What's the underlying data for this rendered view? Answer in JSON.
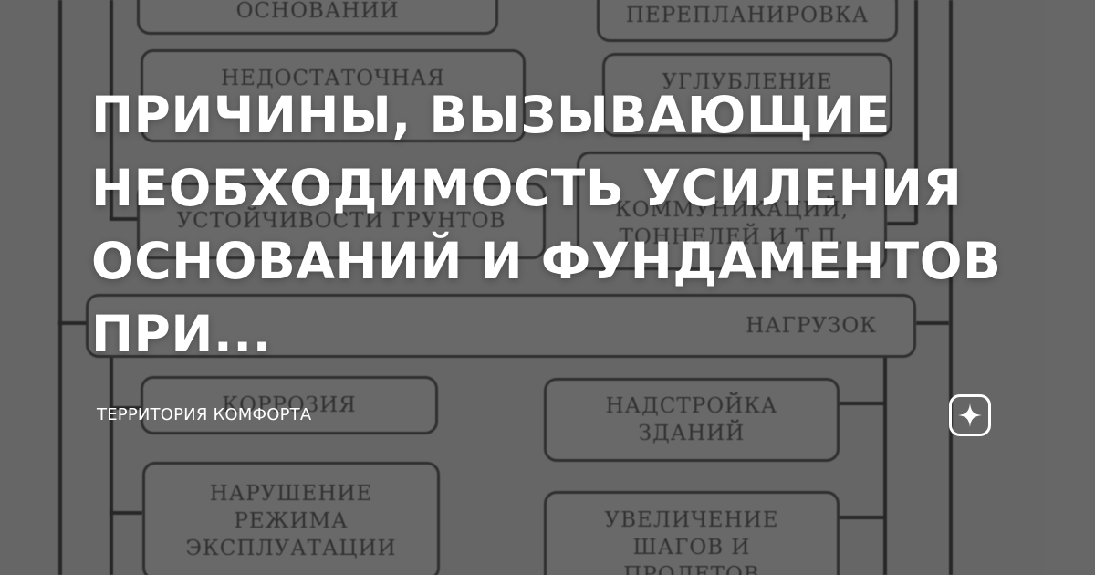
{
  "card": {
    "title": "ПРИЧИНЫ, ВЫЗЫВАЮЩИЕ НЕОБХОДИМОСТЬ УСИЛЕНИЯ ОСНОВАНИЙ И ФУНДАМЕНТОВ ПРИ...",
    "source": "ТЕРРИТОРИЯ КОМФОРТА",
    "logo_icon": "sparkle-star-icon"
  },
  "diagram": {
    "boxes": [
      "ОСНОВАНИЙ",
      "ПЕРЕПЛАНИРОВКА",
      "НЕДОСТАТОЧНАЯ",
      "УГЛУБЛЕНИЕ",
      "УСТОЙЧИВОСТИ ГРУНТОВ",
      "КОММУНИКАЦИЙ,\nТОННЕЛЕЙ И Т.П.",
      "НАГРУЗОК",
      "КОРРОЗИЯ",
      "НАДСТРОЙКА\nЗДАНИЙ",
      "НАРУШЕНИЕ\nРЕЖИМА\nЭКСПЛУАТАЦИИ",
      "УВЕЛИЧЕНИЕ\nШАГОВ И\nПРОЛЕТОВ"
    ]
  }
}
